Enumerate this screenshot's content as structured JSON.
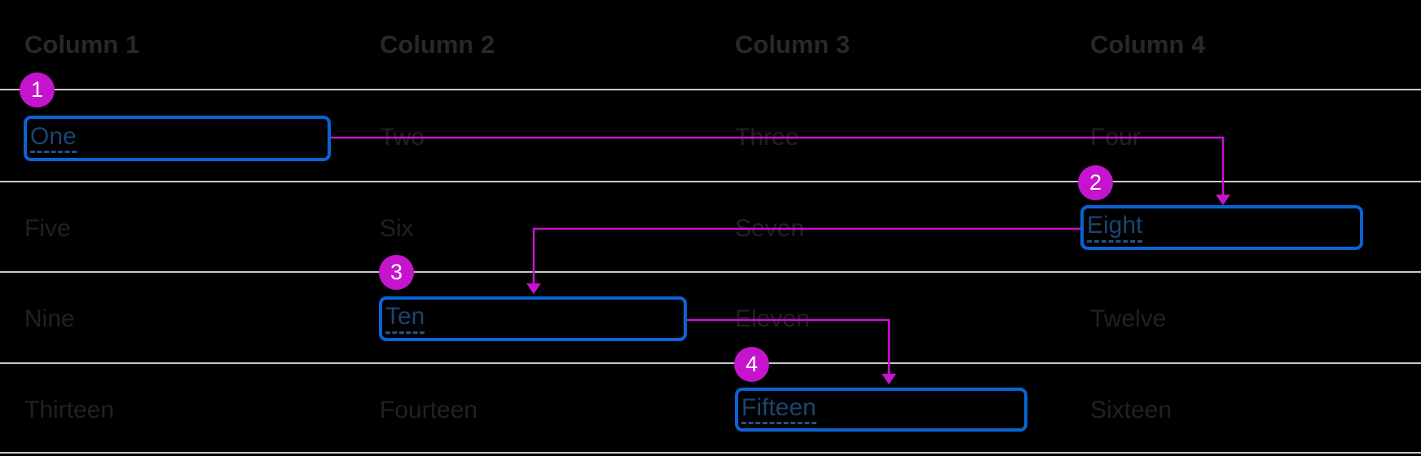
{
  "table": {
    "headers": [
      "Column 1",
      "Column 2",
      "Column 3",
      "Column 4"
    ],
    "rows": [
      [
        "One",
        "Two",
        "Three",
        "Four"
      ],
      [
        "Five",
        "Six",
        "Seven",
        "Eight"
      ],
      [
        "Nine",
        "Ten",
        "Eleven",
        "Twelve"
      ],
      [
        "Thirteen",
        "Fourteen",
        "Fifteen",
        "Sixteen"
      ]
    ]
  },
  "focus_order": {
    "steps": [
      {
        "number": "1",
        "target": "One"
      },
      {
        "number": "2",
        "target": "Eight"
      },
      {
        "number": "3",
        "target": "Ten"
      },
      {
        "number": "4",
        "target": "Fifteen"
      }
    ]
  },
  "colors": {
    "background": "#000000",
    "grid_line": "#c9c9c9",
    "dimmed_text": "#212124",
    "header_text": "#28282c",
    "focus_ring_blue": "#0c63d4",
    "focus_text_blue": "#1d4470",
    "dashed_underline_blue": "#27517f",
    "annotation_magenta": "#c614ce",
    "badge_number_text": "#ffffff"
  }
}
